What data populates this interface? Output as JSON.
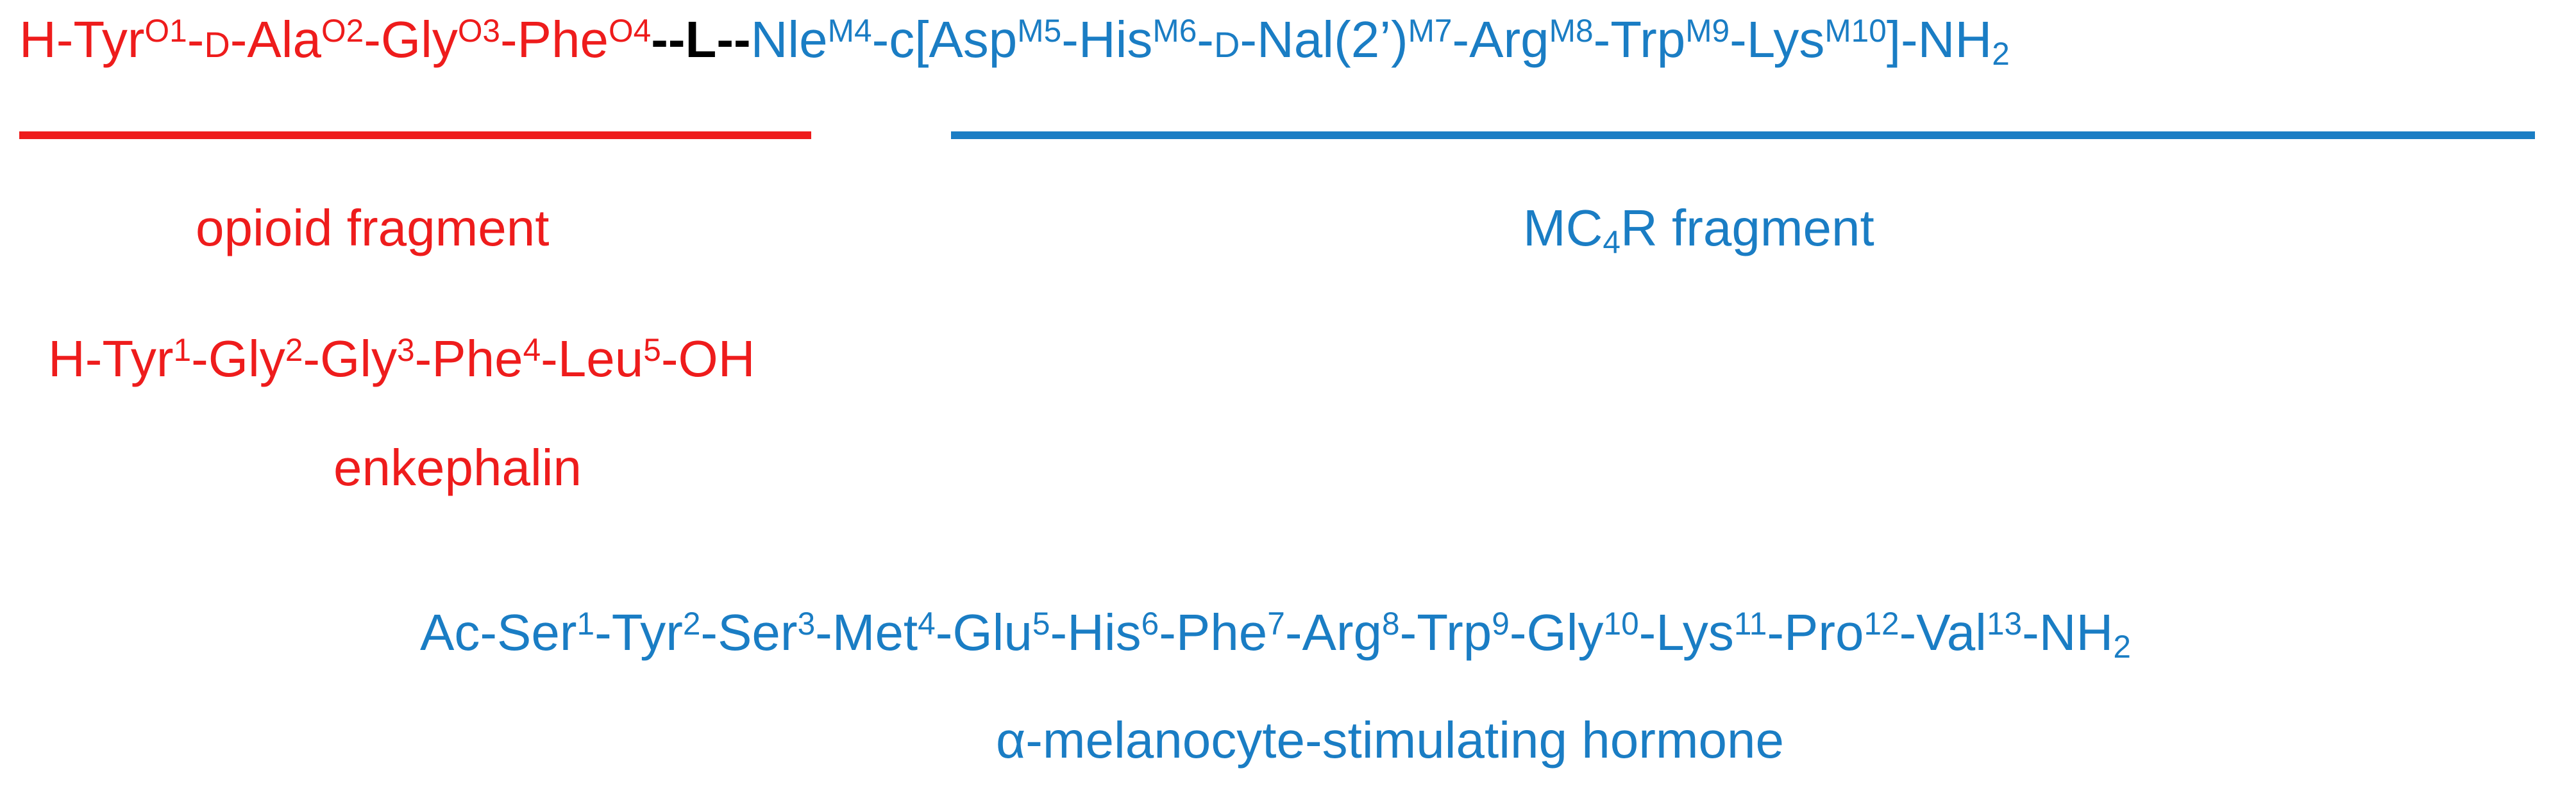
{
  "colors": {
    "opioid": "#ee1c1c",
    "mc4r": "#1a7dc4",
    "linker": "#000000"
  },
  "hybrid_sequence": {
    "opioid_part": [
      {
        "t": "H-Tyr"
      },
      {
        "sup": "O1"
      },
      {
        "t": "-"
      },
      {
        "sc": "D"
      },
      {
        "t": "-Ala"
      },
      {
        "sup": "O2"
      },
      {
        "t": "-Gly"
      },
      {
        "sup": "O3"
      },
      {
        "t": "-Phe"
      },
      {
        "sup": "O4"
      }
    ],
    "linker": "--L--",
    "mc4r_part": [
      {
        "t": "Nle"
      },
      {
        "sup": "M4"
      },
      {
        "t": "-c[Asp"
      },
      {
        "sup": "M5"
      },
      {
        "t": "-His"
      },
      {
        "sup": "M6"
      },
      {
        "t": "-"
      },
      {
        "sc": "D"
      },
      {
        "t": "-Nal(2’)"
      },
      {
        "sup": "M7"
      },
      {
        "t": "-Arg"
      },
      {
        "sup": "M8"
      },
      {
        "t": "-Trp"
      },
      {
        "sup": "M9"
      },
      {
        "t": "-Lys"
      },
      {
        "sup": "M10"
      },
      {
        "t": "]-NH"
      },
      {
        "sub": "2"
      }
    ]
  },
  "labels": {
    "opioid_fragment": "opioid fragment",
    "mc4r_fragment": [
      {
        "t": "MC"
      },
      {
        "sub": "4"
      },
      {
        "t": "R fragment"
      }
    ],
    "enkephalin_name": "enkephalin",
    "alpha_msh_name": "α-melanocyte-stimulating hormone"
  },
  "enkephalin_sequence": [
    {
      "t": "H-Tyr"
    },
    {
      "sup": "1"
    },
    {
      "t": "-Gly"
    },
    {
      "sup": "2"
    },
    {
      "t": "-Gly"
    },
    {
      "sup": "3"
    },
    {
      "t": "-Phe"
    },
    {
      "sup": "4"
    },
    {
      "t": "-Leu"
    },
    {
      "sup": "5"
    },
    {
      "t": "-OH"
    }
  ],
  "alpha_msh_sequence": [
    {
      "t": "Ac-Ser"
    },
    {
      "sup": "1"
    },
    {
      "t": "-Tyr"
    },
    {
      "sup": "2"
    },
    {
      "t": "-Ser"
    },
    {
      "sup": "3"
    },
    {
      "t": "-Met"
    },
    {
      "sup": "4"
    },
    {
      "t": "-Glu"
    },
    {
      "sup": "5"
    },
    {
      "t": "-His"
    },
    {
      "sup": "6"
    },
    {
      "t": "-Phe"
    },
    {
      "sup": "7"
    },
    {
      "t": "-Arg"
    },
    {
      "sup": "8"
    },
    {
      "t": "-Trp"
    },
    {
      "sup": "9"
    },
    {
      "t": "-Gly"
    },
    {
      "sup": "10"
    },
    {
      "t": "-Lys"
    },
    {
      "sup": "11"
    },
    {
      "t": "-Pro"
    },
    {
      "sup": "12"
    },
    {
      "t": "-Val"
    },
    {
      "sup": "13"
    },
    {
      "t": "-NH"
    },
    {
      "sub": "2"
    }
  ]
}
